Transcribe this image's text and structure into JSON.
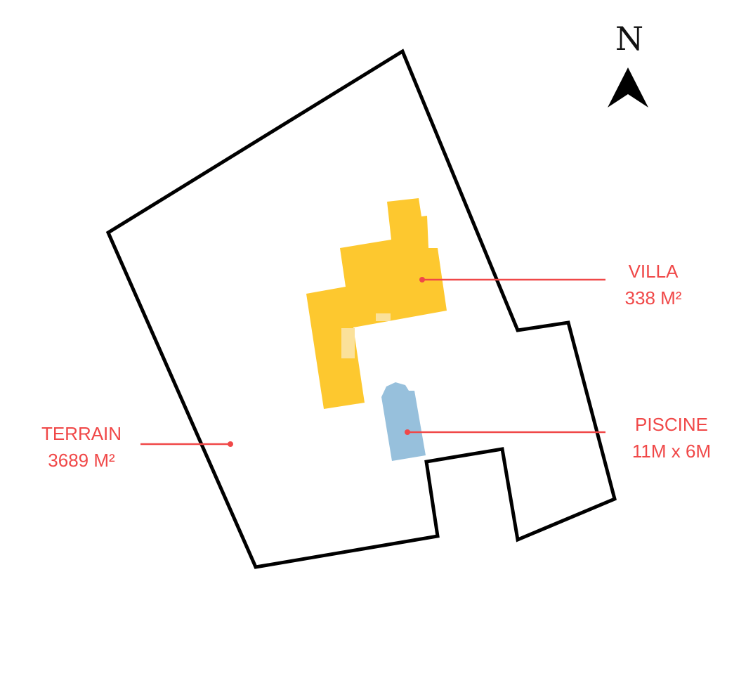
{
  "compass": {
    "letter": "N"
  },
  "labels": {
    "villa": {
      "name": "VILLA",
      "area": "338 M²"
    },
    "piscine": {
      "name": "PISCINE",
      "size": "11M x 6M"
    },
    "terrain": {
      "name": "TERRAIN",
      "area": "3689 M²"
    }
  },
  "colors": {
    "villa": "#fdc82f",
    "villa_light": "#fbe19a",
    "pool": "#97c0dc",
    "outline": "#000000",
    "annotation": "#f04848"
  }
}
